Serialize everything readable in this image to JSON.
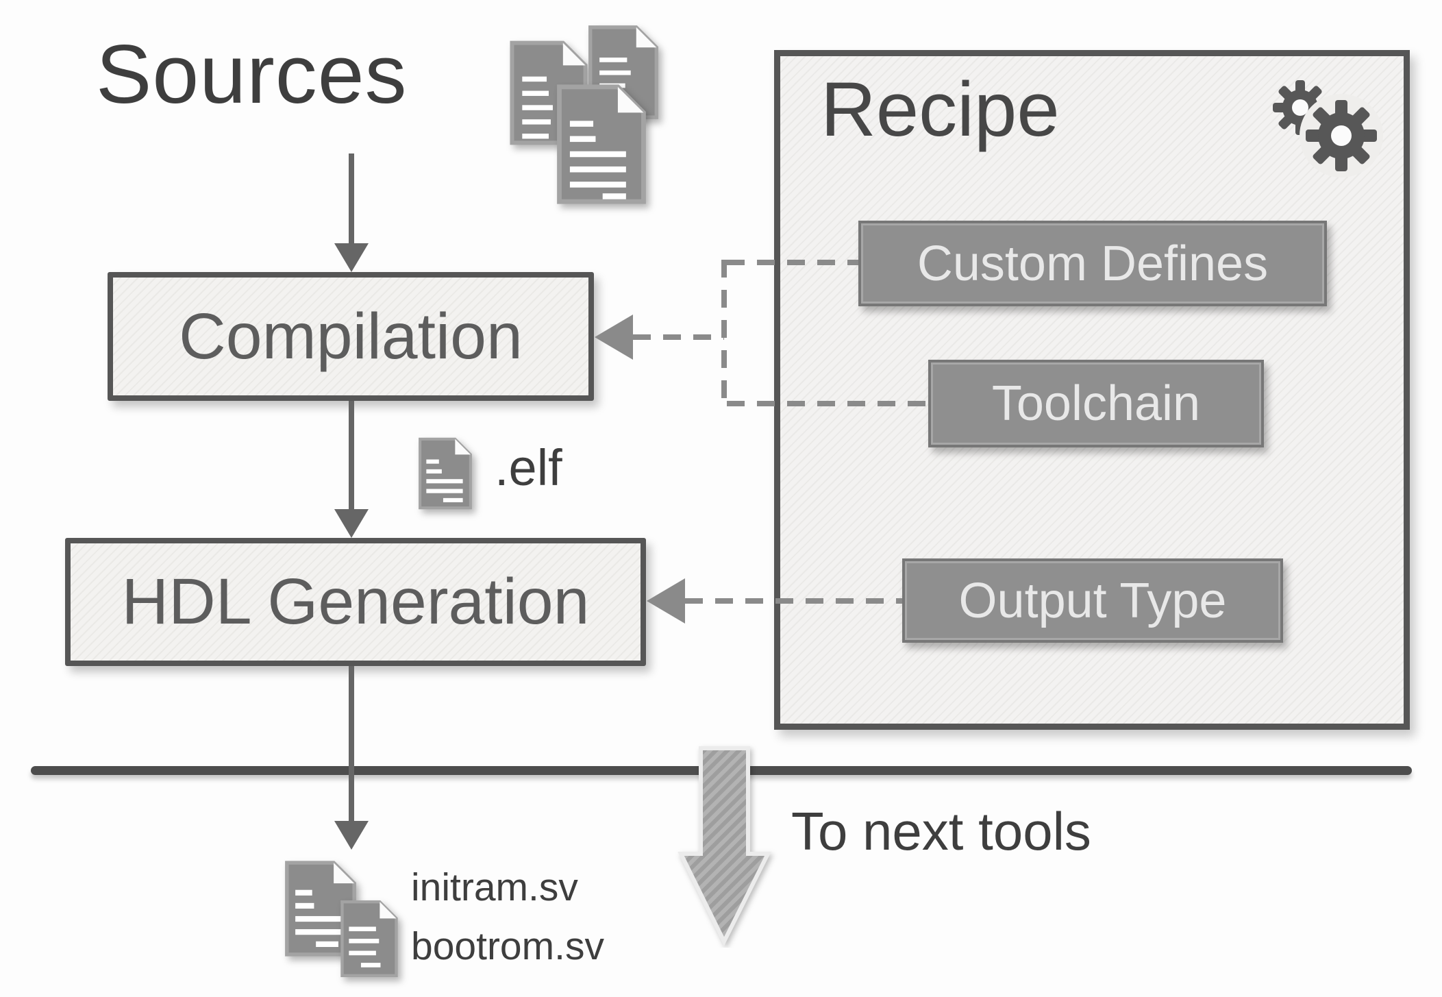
{
  "diagram": {
    "sources_label": "Sources",
    "flow": {
      "compilation_label": "Compilation",
      "elf_label": ".elf",
      "hdl_generation_label": "HDL Generation"
    },
    "recipe": {
      "title": "Recipe",
      "buttons": [
        {
          "label": "Custom Defines"
        },
        {
          "label": "Toolchain"
        },
        {
          "label": "Output Type"
        }
      ]
    },
    "outputs": {
      "files": [
        "initram.sv",
        "bootrom.sv"
      ],
      "to_next_tools_label": "To next tools"
    },
    "icons": {
      "sources": "documents-icon",
      "elf": "document-icon",
      "recipe": "gears-icon",
      "outputs": "documents-icon",
      "next_stage": "big-down-arrow"
    },
    "colors": {
      "box_border": "#565656",
      "box_fill": "#efeeec",
      "box_label": "#5d5d5d",
      "button_fill": "#8f8f8f",
      "button_text": "#e8e8e8",
      "solid_arrow": "#666666",
      "dashed_connector": "#8a8a8a",
      "divider": "#4d4d4d",
      "heading_text": "#3e3e3e",
      "document_icon": "#8c8c8c"
    }
  }
}
